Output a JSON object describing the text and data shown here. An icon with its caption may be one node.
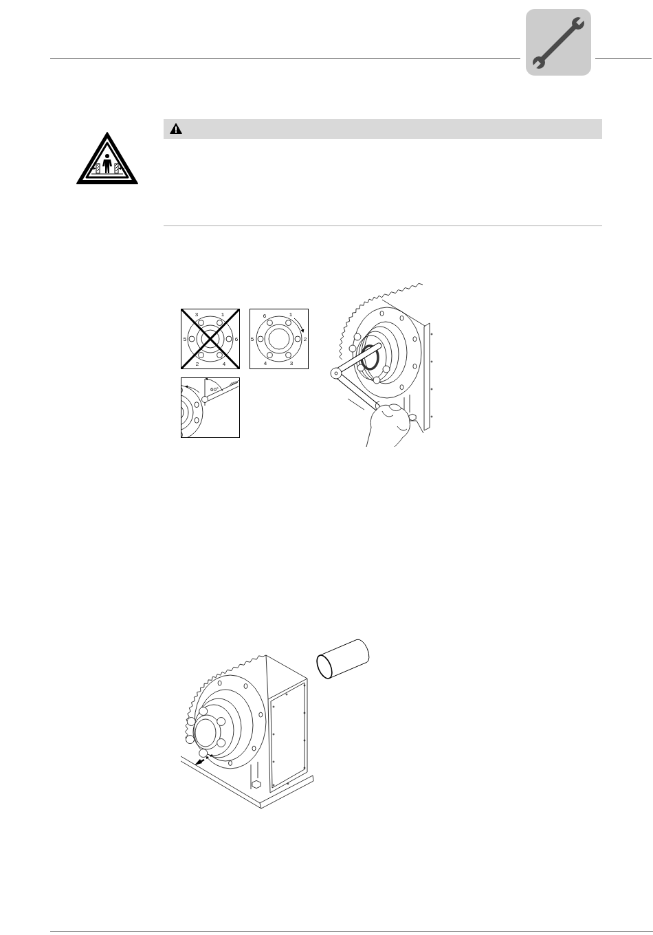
{
  "diagram": {
    "labels": [
      "3",
      "1",
      "5",
      "6",
      "2",
      "4",
      "6",
      "1",
      "5",
      "2",
      "4",
      "3",
      "60°"
    ]
  }
}
